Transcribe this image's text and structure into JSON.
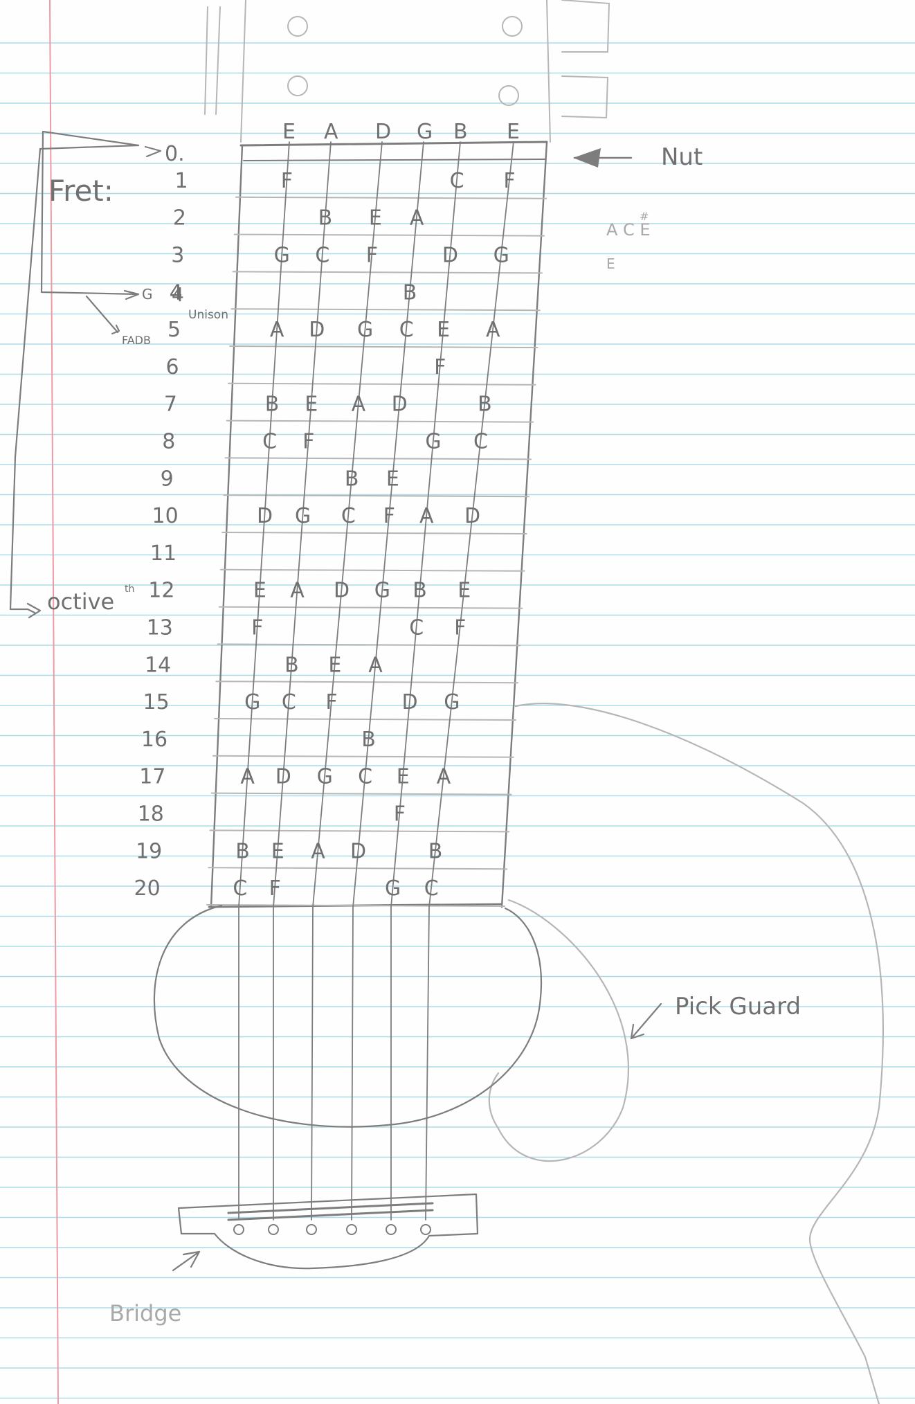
{
  "labels": {
    "nut": "Nut",
    "fret": "Fret:",
    "zero": "0.",
    "unison": "Unison",
    "unison_fret": "4",
    "unison_g": "G",
    "fadb": "FADB",
    "octive": "octive",
    "octive_sup": "th",
    "pick_guard": "Pick Guard",
    "bridge": "Bridge",
    "side_note_top": "A C E",
    "side_note_sharp": "#",
    "side_note_bottom": "E"
  },
  "open_strings": [
    "E",
    "A",
    "D",
    "G",
    "B",
    "E"
  ],
  "frets": [
    {
      "fret": "1",
      "notes": [
        "F",
        "",
        "",
        "",
        "C",
        "F"
      ]
    },
    {
      "fret": "2",
      "notes": [
        "",
        "B",
        "E",
        "A",
        "",
        ""
      ]
    },
    {
      "fret": "3",
      "notes": [
        "G",
        "C",
        "F",
        "",
        "D",
        "G"
      ]
    },
    {
      "fret": "4",
      "notes": [
        "",
        "",
        "",
        "B",
        "",
        ""
      ]
    },
    {
      "fret": "5",
      "notes": [
        "A",
        "D",
        "G",
        "C",
        "E",
        "A"
      ]
    },
    {
      "fret": "6",
      "notes": [
        "",
        "",
        "",
        "",
        "F",
        ""
      ]
    },
    {
      "fret": "7",
      "notes": [
        "B",
        "E",
        "A",
        "D",
        "",
        "B"
      ]
    },
    {
      "fret": "8",
      "notes": [
        "C",
        "F",
        "",
        "",
        "G",
        "C"
      ]
    },
    {
      "fret": "9",
      "notes": [
        "",
        "",
        "B",
        "E",
        "",
        ""
      ]
    },
    {
      "fret": "10",
      "notes": [
        "D",
        "G",
        "C",
        "F",
        "A",
        "D"
      ]
    },
    {
      "fret": "11",
      "notes": [
        "",
        "",
        "",
        "",
        "",
        ""
      ]
    },
    {
      "fret": "12",
      "notes": [
        "E",
        "A",
        "D",
        "G",
        "B",
        "E"
      ]
    },
    {
      "fret": "13",
      "notes": [
        "F",
        "",
        "",
        "",
        "C",
        "F"
      ]
    },
    {
      "fret": "14",
      "notes": [
        "",
        "B",
        "E",
        "A",
        "",
        ""
      ]
    },
    {
      "fret": "15",
      "notes": [
        "G",
        "C",
        "F",
        "",
        "D",
        "G"
      ]
    },
    {
      "fret": "16",
      "notes": [
        "",
        "",
        "",
        "B",
        "",
        ""
      ]
    },
    {
      "fret": "17",
      "notes": [
        "A",
        "D",
        "G",
        "C",
        "E",
        "A"
      ]
    },
    {
      "fret": "18",
      "notes": [
        "",
        "",
        "",
        "",
        "F",
        ""
      ]
    },
    {
      "fret": "19",
      "notes": [
        "B",
        "E",
        "A",
        "D",
        "",
        "B"
      ]
    },
    {
      "fret": "20",
      "notes": [
        "C",
        "F",
        "",
        "",
        "G",
        "C"
      ]
    }
  ],
  "colors": {
    "paper": "#fefefe",
    "ruled_line": "#a9dbe8",
    "margin_line": "#ee9aa3",
    "pencil": "#7d7d7d"
  }
}
